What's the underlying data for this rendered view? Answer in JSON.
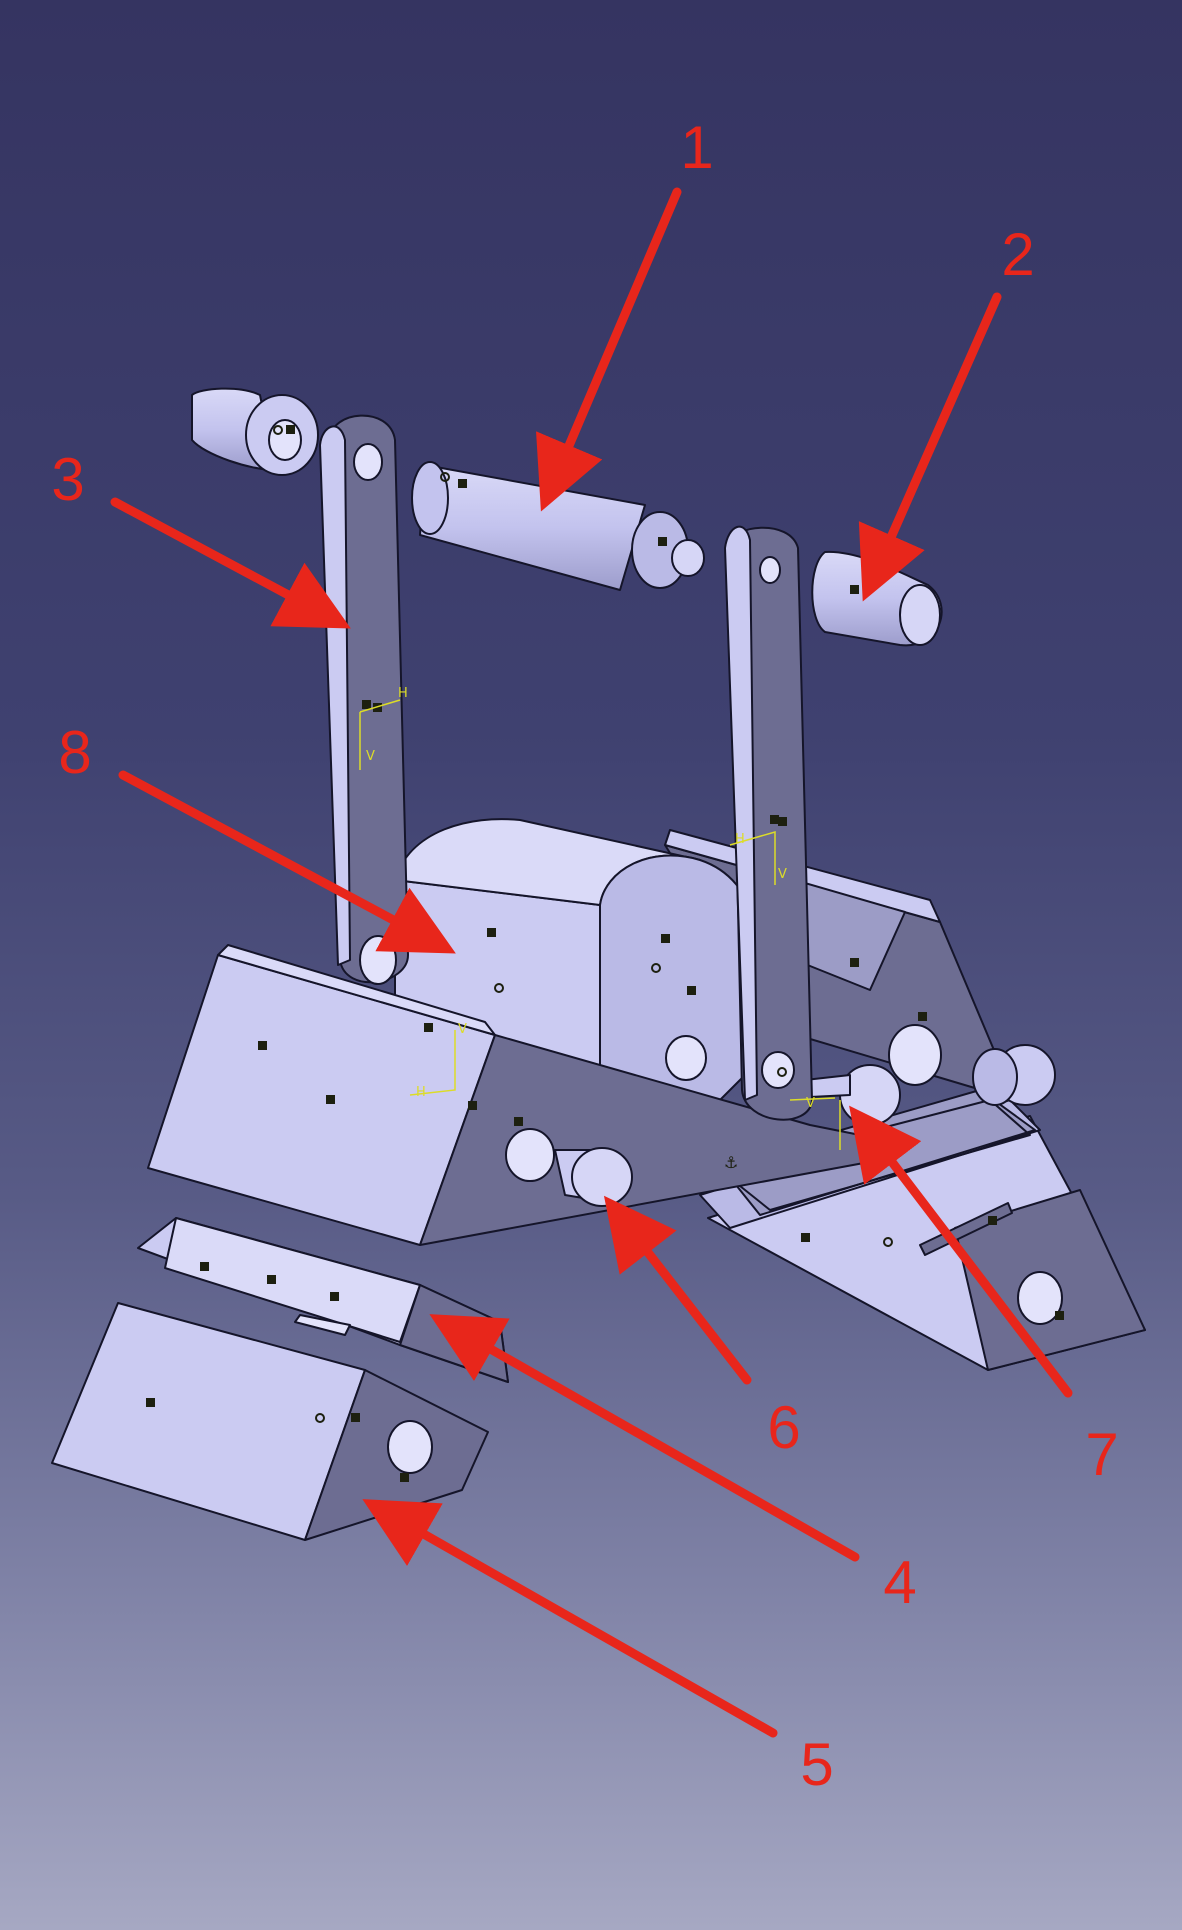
{
  "colors": {
    "background_top": "#353461",
    "background_bottom": "#a6a8c3",
    "part_light": "#cbcbf2",
    "part_face": "#babae6",
    "part_dark": "#6d6d92",
    "edge": "#15152a",
    "marker": "#1d2010",
    "annotation": "#e8261b",
    "axis": "#dcdc28"
  },
  "axis_labels": {
    "h": "H",
    "v": "V"
  },
  "callouts": [
    {
      "id": "1",
      "label": "1"
    },
    {
      "id": "2",
      "label": "2"
    },
    {
      "id": "3",
      "label": "3"
    },
    {
      "id": "4",
      "label": "4"
    },
    {
      "id": "5",
      "label": "5"
    },
    {
      "id": "6",
      "label": "6"
    },
    {
      "id": "7",
      "label": "7"
    },
    {
      "id": "8",
      "label": "8"
    }
  ]
}
